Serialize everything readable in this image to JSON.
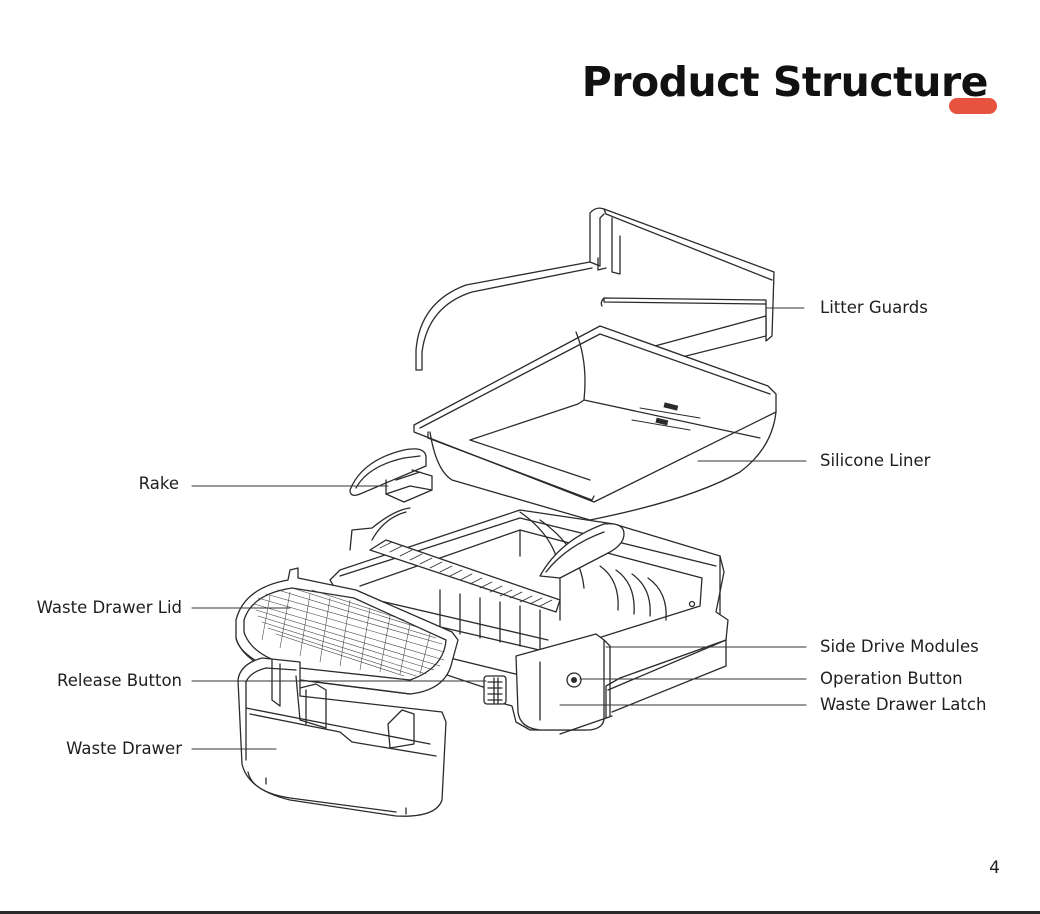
{
  "page": {
    "title": "Product Structure",
    "page_number": "4",
    "accent_color": "#e8533f"
  },
  "labels": {
    "litter_guards": "Litter Guards",
    "silicone_liner": "Silicone Liner",
    "rake": "Rake",
    "waste_drawer_lid": "Waste Drawer Lid",
    "side_drive_modules": "Side Drive Modules",
    "release_button": "Release Button",
    "operation_button": "Operation Button",
    "waste_drawer_latch": "Waste Drawer Latch",
    "waste_drawer": "Waste Drawer"
  }
}
